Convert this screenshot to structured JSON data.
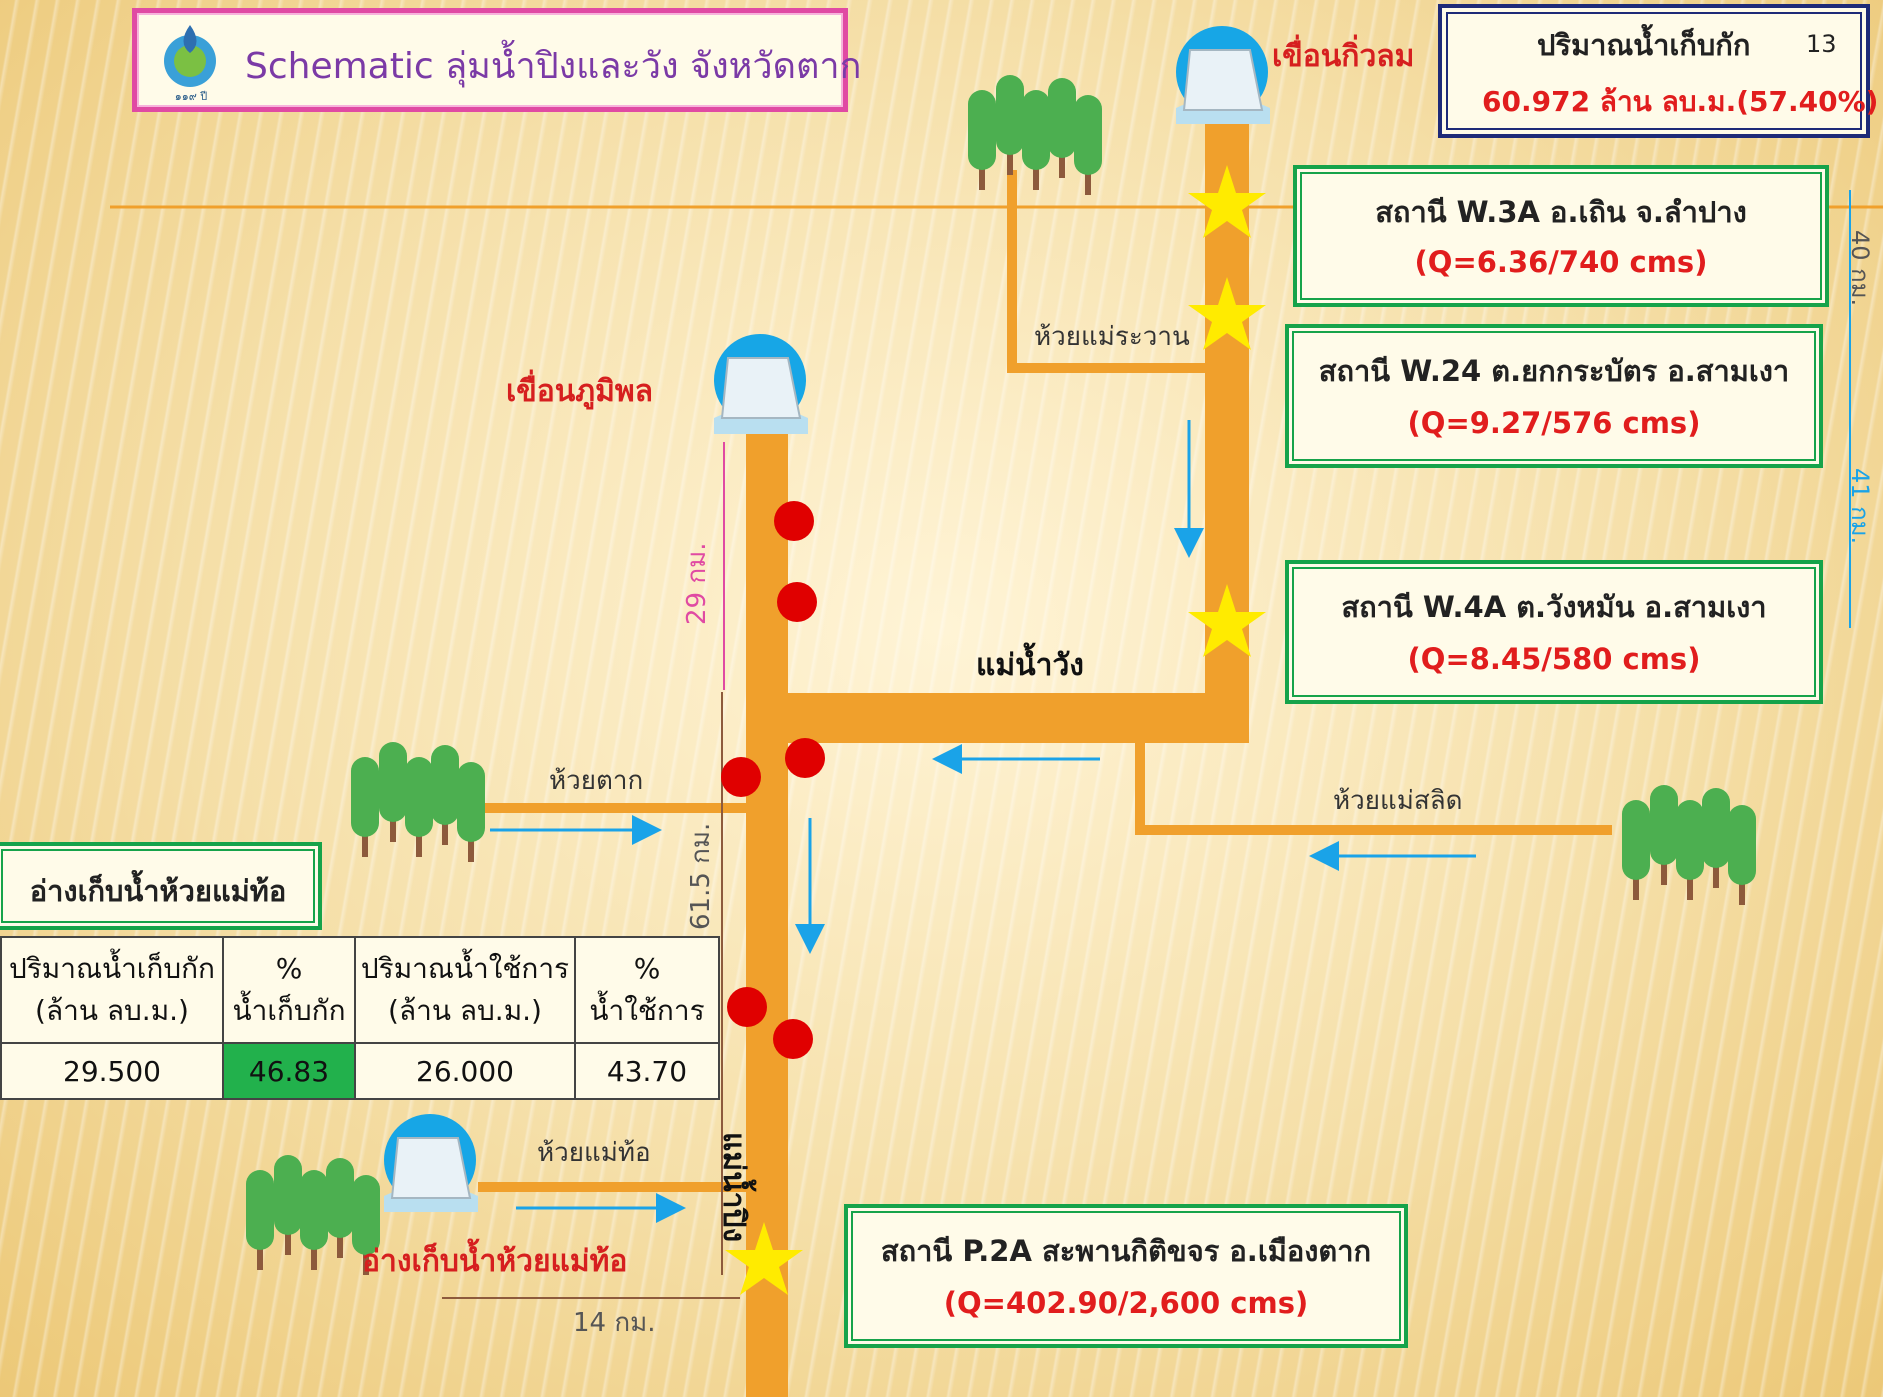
{
  "title": "Schematic ลุ่มน้ำปิงและวัง จังหวัดตาก",
  "logo_text": "๑๑๙ ปี",
  "page_number": "13",
  "storage": {
    "label": "ปริมาณน้ำเก็บกัก",
    "value": "60.972 ล้าน ลบ.ม.(57.40%)"
  },
  "dams": {
    "kiew_lom": "เขื่อนกิ่วลม",
    "bhumibol": "เขื่อนภูมิพล",
    "mae_tho": "อ่างเก็บน้ำห้วยแม่ท้อ"
  },
  "stations": [
    {
      "name": "สถานี W.3A อ.เถิน จ.ลำปาง",
      "flow": "(Q=6.36/740 cms)"
    },
    {
      "name": "สถานี W.24 ต.ยกกระบัตร อ.สามเงา",
      "flow": "(Q=9.27/576 cms)"
    },
    {
      "name": "สถานี W.4A ต.วังหมัน อ.สามเงา",
      "flow": "(Q=8.45/580 cms)"
    },
    {
      "name": "สถานี P.2A สะพานกิติขจร อ.เมืองตาก",
      "flow": "(Q=402.90/2,600 cms)"
    }
  ],
  "streams": {
    "mae_rawan": "ห้วยแม่ระวาน",
    "tak": "ห้วยตาก",
    "mae_salit": "ห้วยแม่สลิด",
    "mae_tho": "ห้วยแม่ท้อ"
  },
  "rivers": {
    "wang": "แม่น้ำวัง",
    "ping": "แม่น้ำปิง"
  },
  "distances": {
    "d29": "29 กม.",
    "d61": "61.5 กม.",
    "d14": "14 กม.",
    "d40": "40 กม.",
    "d41": "41 กม."
  },
  "reservoir": {
    "title": "อ่างเก็บน้ำห้วยแม่ท้อ",
    "headers": [
      [
        "ปริมาณน้ำเก็บกัก",
        "(ล้าน ลบ.ม.)"
      ],
      [
        "%",
        "น้ำเก็บกัก"
      ],
      [
        "ปริมาณน้ำใช้การ",
        "(ล้าน ลบ.ม.)"
      ],
      [
        "%",
        "น้ำใช้การ"
      ]
    ],
    "values": [
      "29.500",
      "46.83",
      "26.000",
      "43.70"
    ],
    "highlight_color": "#22b14c"
  },
  "colors": {
    "river": "#f0a02c",
    "station_star": "#ffeb00",
    "alert_dot": "#e00000",
    "flow_arrow": "#1aa3e8",
    "box_border": "#16a34a"
  }
}
